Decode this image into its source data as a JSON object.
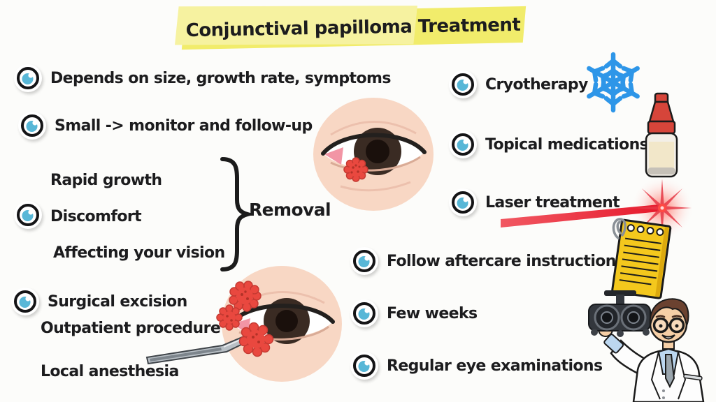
{
  "title": "Conjunctival papilloma Treatment",
  "left_column": {
    "bullets": [
      {
        "label": "Depends on size, growth rate, symptoms"
      },
      {
        "label": "Small -> monitor and follow-up"
      }
    ],
    "removal_group": {
      "reasons": [
        "Rapid growth",
        "Discomfort",
        "Affecting your vision"
      ],
      "outcome": "Removal"
    },
    "surgical_group": {
      "items": [
        "Surgical excision",
        "Outpatient procedure",
        "Local anesthesia"
      ]
    }
  },
  "right_column": {
    "bullets": [
      {
        "label": "Cryotherapy",
        "icon": "snowflake-icon"
      },
      {
        "label": "Topical medications",
        "icon": "eye-drop-bottle-icon"
      },
      {
        "label": "Laser treatment",
        "icon": "laser-beam-icon"
      },
      {
        "label": "Follow aftercare instructions",
        "icon": "notepad-icon"
      },
      {
        "label": "Few weeks",
        "icon": ""
      },
      {
        "label": "Regular eye examinations",
        "icon": "optometrist-doctor-illustration"
      }
    ]
  },
  "illustrations": {
    "bullet_icon": "eye-icon",
    "eye_top": "eye-with-conjunctival-papilloma",
    "eye_bottom": "eye-with-papillomas-and-scalpel",
    "notepad": "aftercare-notepad",
    "doctor": "optometrist-holding-phoropter"
  },
  "colors": {
    "background": "#fcfcfa",
    "highlight_yellow": "#f1ec6b",
    "text_dark": "#1c1c1e",
    "bullet_iris_blue": "#58b7d7",
    "skin_peach": "#f8d7c4",
    "papilloma_red": "#e9483f",
    "snowflake_blue": "#2e96e8",
    "laser_red": "#e6182b",
    "notepad_yellow": "#f4c81d"
  }
}
